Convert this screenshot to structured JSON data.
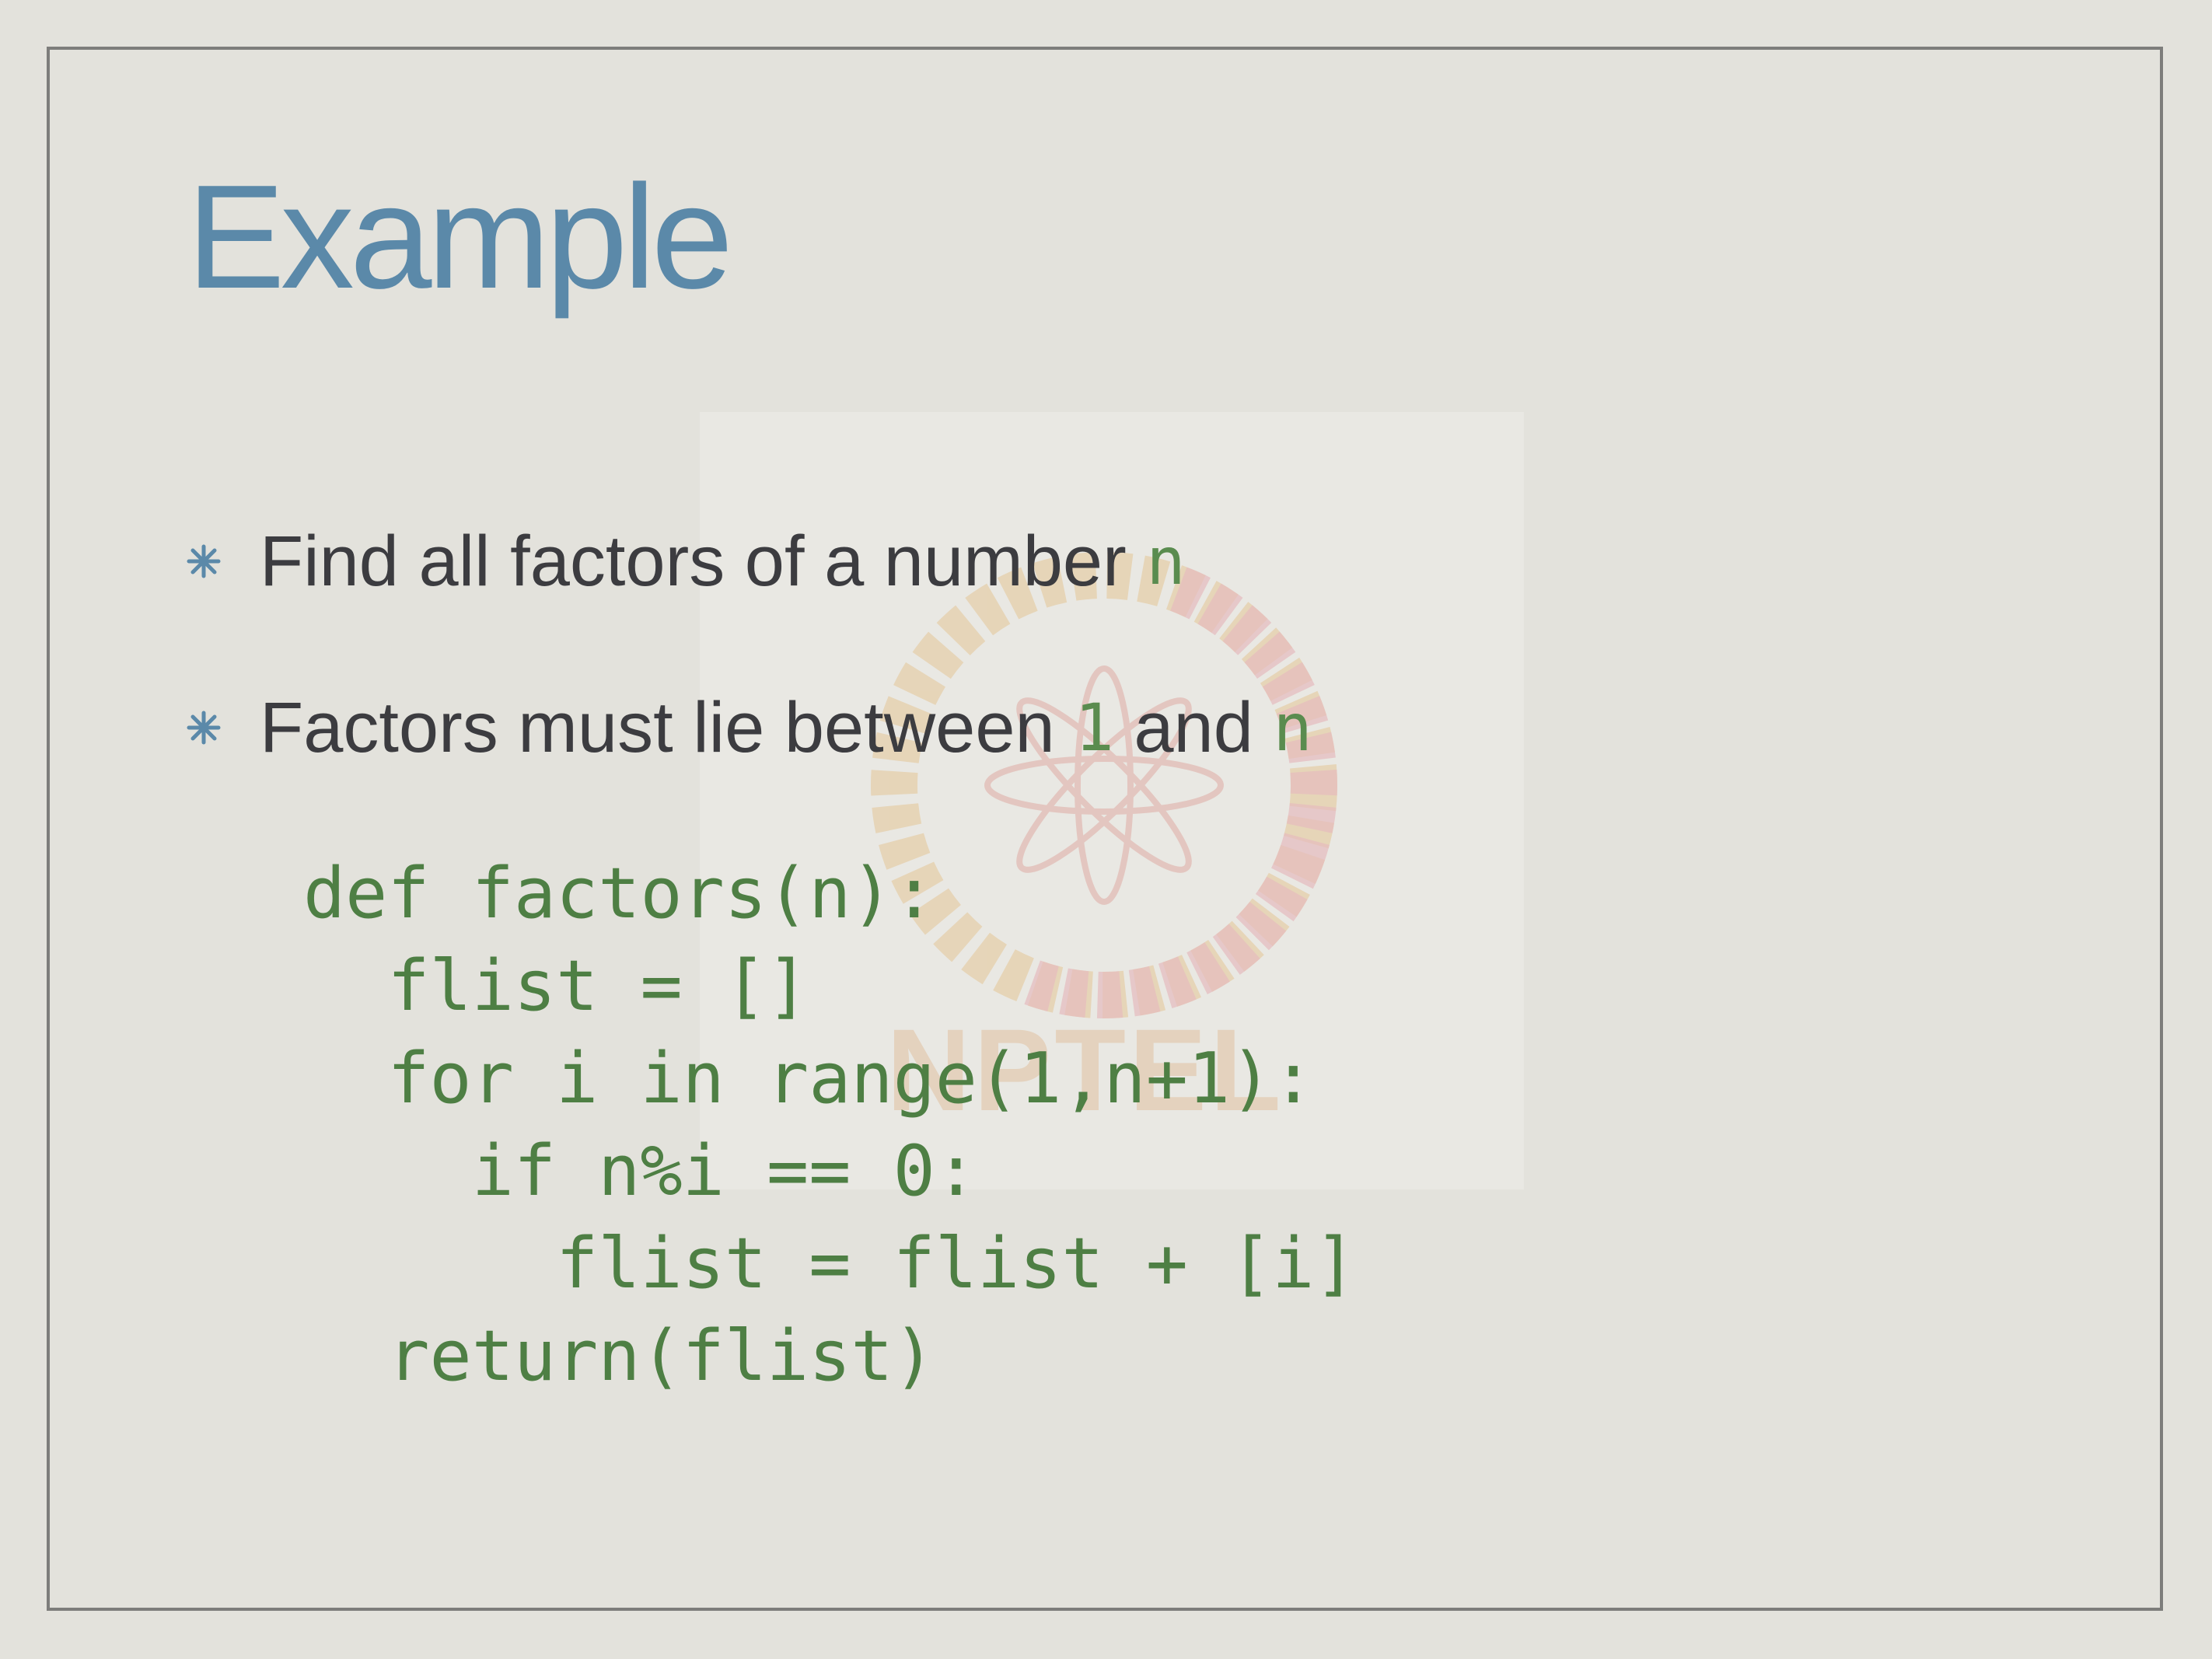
{
  "title": "Example",
  "bullets": [
    {
      "text": "Find all factors of a number ",
      "var": "n"
    },
    {
      "text_before": "Factors must lie between ",
      "var1": "1",
      "text_mid": " and ",
      "var2": "n"
    }
  ],
  "code_lines": [
    "def factors(n):",
    "  flist = []",
    "  for i in range(1,n+1):",
    "    if n%i == 0:",
    "      flist = flist + [i]",
    "  return(flist)"
  ],
  "watermark": {
    "text": "NPTEL",
    "icon": "nptel-logo-icon"
  },
  "colors": {
    "title": "#5b89a9",
    "code": "#4e7f44",
    "text": "#3c3c40",
    "background": "#e3e2dc"
  }
}
